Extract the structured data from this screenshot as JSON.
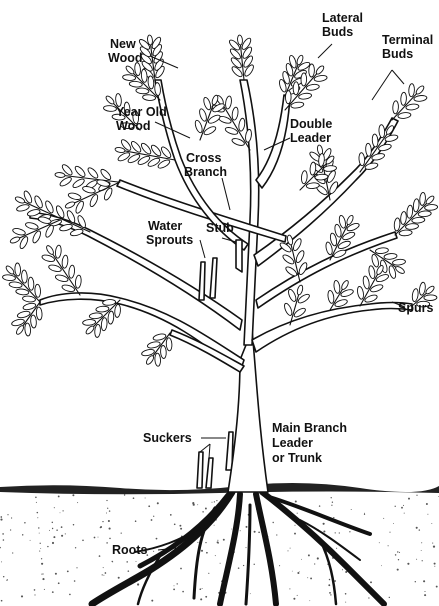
{
  "labels": {
    "new_wood": [
      "New",
      "Wood"
    ],
    "lateral_buds": [
      "Lateral",
      "Buds"
    ],
    "terminal_buds": [
      "Terminal",
      "Buds"
    ],
    "year_old_wood": [
      "Year Old",
      "Wood"
    ],
    "double_leader": [
      "Double",
      "Leader"
    ],
    "cross_branch": [
      "Cross",
      "Branch"
    ],
    "water_sprouts": [
      "Water",
      "Sprouts"
    ],
    "stub": "Stub",
    "spurs": "Spurs",
    "suckers": "Suckers",
    "main_branch": [
      "Main Branch",
      "Leader",
      "or Trunk"
    ],
    "roots": "Roots"
  },
  "colors": {
    "ink": "#111111",
    "paper": "#ffffff",
    "soil": "#333333"
  }
}
